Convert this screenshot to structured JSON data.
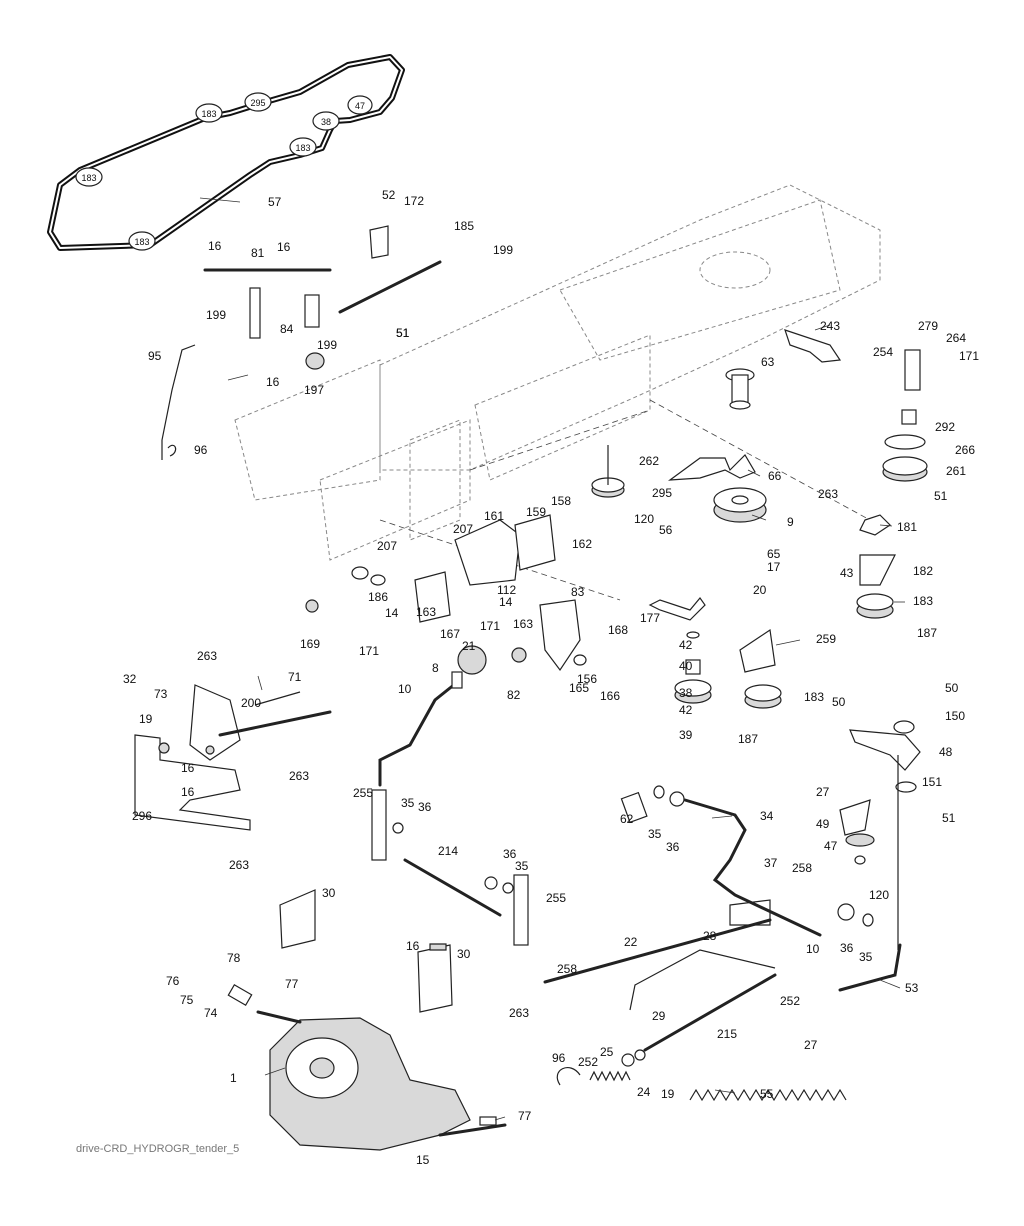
{
  "caption": "drive-CRD_HYDROGR_tender_5",
  "belt_labels": [
    "183",
    "295",
    "47",
    "38",
    "183",
    "183",
    "183"
  ],
  "part_labels": [
    "57",
    "52",
    "172",
    "185",
    "199",
    "16",
    "81",
    "16",
    "51",
    "199",
    "84",
    "199",
    "51",
    "95",
    "16",
    "197",
    "96",
    "243",
    "254",
    "279",
    "264",
    "171",
    "63",
    "292",
    "266",
    "261",
    "51",
    "262",
    "66",
    "295",
    "120",
    "263",
    "181",
    "9",
    "56",
    "65",
    "17",
    "182",
    "43",
    "20",
    "183",
    "187",
    "158",
    "161",
    "159",
    "207",
    "162",
    "207",
    "186",
    "14",
    "163",
    "112",
    "14",
    "83",
    "167",
    "171",
    "169",
    "171",
    "163",
    "168",
    "177",
    "42",
    "40",
    "38",
    "42",
    "39",
    "21",
    "82",
    "165",
    "156",
    "166",
    "259",
    "183",
    "187",
    "8",
    "10",
    "263",
    "32",
    "71",
    "73",
    "200",
    "19",
    "16",
    "16",
    "263",
    "296",
    "50",
    "50",
    "150",
    "48",
    "27",
    "151",
    "49",
    "51",
    "47",
    "120",
    "62",
    "35",
    "36",
    "34",
    "37",
    "255",
    "35",
    "36",
    "214",
    "36",
    "35",
    "255",
    "258",
    "263",
    "30",
    "22",
    "28",
    "36",
    "35",
    "16",
    "30",
    "78",
    "77",
    "76",
    "75",
    "74",
    "263",
    "258",
    "10",
    "252",
    "53",
    "29",
    "215",
    "27",
    "1",
    "96",
    "252",
    "25",
    "24",
    "19",
    "55",
    "77",
    "15"
  ]
}
